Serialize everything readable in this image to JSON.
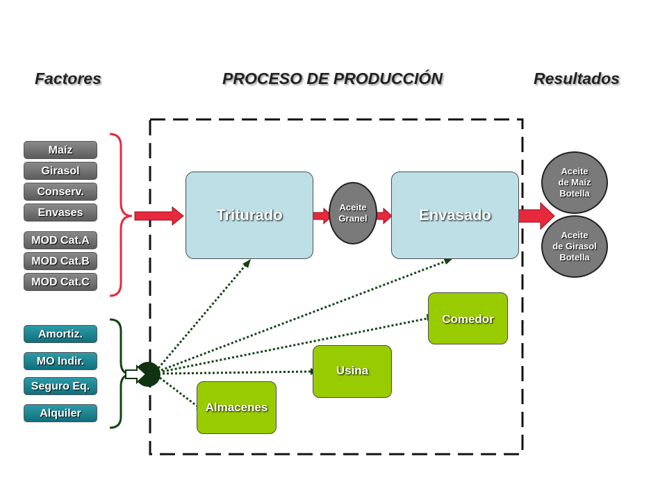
{
  "headers": {
    "factores": "Factores",
    "proceso": "PROCESO DE PRODUCCIÓN",
    "resultados": "Resultados"
  },
  "factors_direct": [
    "Maíz",
    "Girasol",
    "Conserv.",
    "Envases",
    "MOD Cat.A",
    "MOD Cat.B",
    "MOD Cat.C"
  ],
  "factors_indirect": [
    "Amortiz.",
    "MO Indir.",
    "Seguro Eq.",
    "Alquiler"
  ],
  "process": {
    "triturado": "Triturado",
    "envasado": "Envasado",
    "intermediate_line1": "Aceite",
    "intermediate_line2": "Granel"
  },
  "services": {
    "comedor": "Comedor",
    "usina": "Usina",
    "almacenes": "Almacenes"
  },
  "results": {
    "maiz": [
      "Aceite",
      "de Maíz",
      "Botella"
    ],
    "girasol": [
      "Aceite",
      "de Girasol",
      "Botella"
    ]
  },
  "colors": {
    "direct_factor": "#707070",
    "indirect_factor": "#1a8290",
    "process_box": "#bde0e6",
    "service_box": "#99cc00",
    "direct_arrow": "#e8283c",
    "indirect_line": "#114411"
  }
}
